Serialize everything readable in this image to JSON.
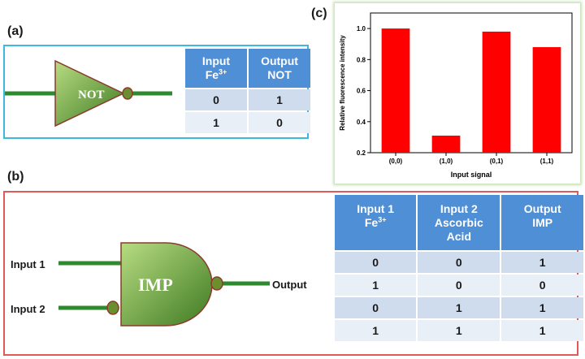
{
  "panels": {
    "a": "(a)",
    "b": "(b)",
    "c": "(c)"
  },
  "not_gate": {
    "label": "NOT",
    "table": {
      "headers": [
        {
          "line1": "Input",
          "line2": "Fe",
          "sup": "3+"
        },
        {
          "line1": "Output",
          "line2": "NOT",
          "sup": ""
        }
      ],
      "rows": [
        [
          "0",
          "1"
        ],
        [
          "1",
          "0"
        ]
      ]
    }
  },
  "imp_gate": {
    "label": "IMP",
    "input1": "Input 1",
    "input2": "Input 2",
    "output": "Output",
    "table": {
      "headers": [
        {
          "line1": "Input 1",
          "line2": "Fe",
          "sup": "3+",
          "line3": ""
        },
        {
          "line1": "Input 2",
          "line2": "Ascorbic",
          "sup": "",
          "line3": "Acid"
        },
        {
          "line1": "Output",
          "line2": "IMP",
          "sup": "",
          "line3": ""
        }
      ],
      "rows": [
        [
          "0",
          "0",
          "1"
        ],
        [
          "1",
          "0",
          "0"
        ],
        [
          "0",
          "1",
          "1"
        ],
        [
          "1",
          "1",
          "1"
        ]
      ]
    }
  },
  "colors": {
    "gate_fill_light": "#a8d070",
    "gate_fill_dark": "#3e7a22",
    "gate_stroke": "#8b3a2e",
    "wire": "#2f8a2f",
    "bubble": "#6b8f2e",
    "bar": "#ff0000",
    "panel_a_border": "#3fb8e0",
    "panel_b_border": "#e05a5a",
    "table_header": "#4f8fd6"
  },
  "chart_data": {
    "type": "bar",
    "categories": [
      "(0,0)",
      "(1,0)",
      "(0,1)",
      "(1,1)"
    ],
    "values": [
      1.0,
      0.31,
      0.98,
      0.88
    ],
    "title": "",
    "xlabel": "Input signal",
    "ylabel": "Relative fluorescence intensity",
    "ylim": [
      0.2,
      1.1
    ],
    "yticks": [
      "0.2",
      "0.4",
      "0.6",
      "0.8",
      "1.0"
    ],
    "ytick_values": [
      0.2,
      0.4,
      0.6,
      0.8,
      1.0
    ],
    "grid": false,
    "legend": "none"
  }
}
